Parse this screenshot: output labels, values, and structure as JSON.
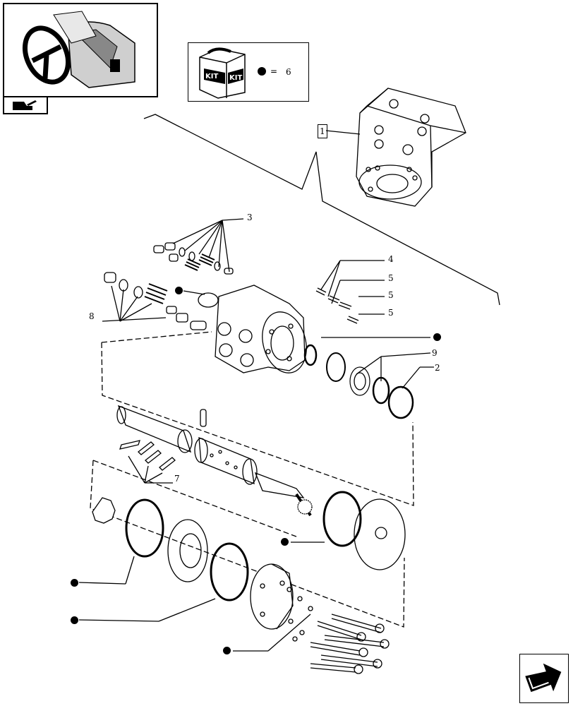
{
  "kit": {
    "label_left": "KIT",
    "label_right": "KIT",
    "legend_symbol": "=",
    "legend_value": "6"
  },
  "reference_box": "1",
  "callouts": [
    "2",
    "3",
    "4",
    "5",
    "5",
    "5",
    "7",
    "8",
    "9"
  ],
  "icons": {
    "thumbnail": "tractor-steering-wheel-icon",
    "section": "tractor-section-icon",
    "next": "next-page-arrow-icon"
  }
}
